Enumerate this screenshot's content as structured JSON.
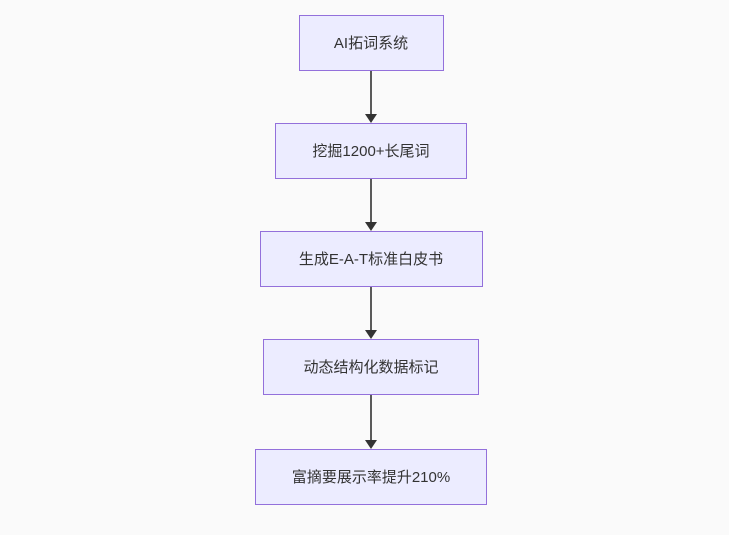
{
  "flowchart": {
    "type": "flowchart",
    "direction": "top-down",
    "nodes": [
      {
        "label": "AI拓词系统"
      },
      {
        "label": "挖掘1200+长尾词"
      },
      {
        "label": "生成E-A-T标准白皮书"
      },
      {
        "label": "动态结构化数据标记"
      },
      {
        "label": "富摘要展示率提升210%"
      }
    ],
    "edges": [
      {
        "from": "AI拓词系统",
        "to": "挖掘1200+长尾词",
        "arrow": "down"
      },
      {
        "from": "挖掘1200+长尾词",
        "to": "生成E-A-T标准白皮书",
        "arrow": "down"
      },
      {
        "from": "生成E-A-T标准白皮书",
        "to": "动态结构化数据标记",
        "arrow": "down"
      },
      {
        "from": "动态结构化数据标记",
        "to": "富摘要展示率提升210%",
        "arrow": "down"
      }
    ],
    "colors": {
      "background": "#fafafa",
      "node_fill": "#ECECFF",
      "node_border": "#9370DB",
      "edge": "#333333",
      "edge_line": "#5a5a5a",
      "text": "#333333"
    }
  }
}
